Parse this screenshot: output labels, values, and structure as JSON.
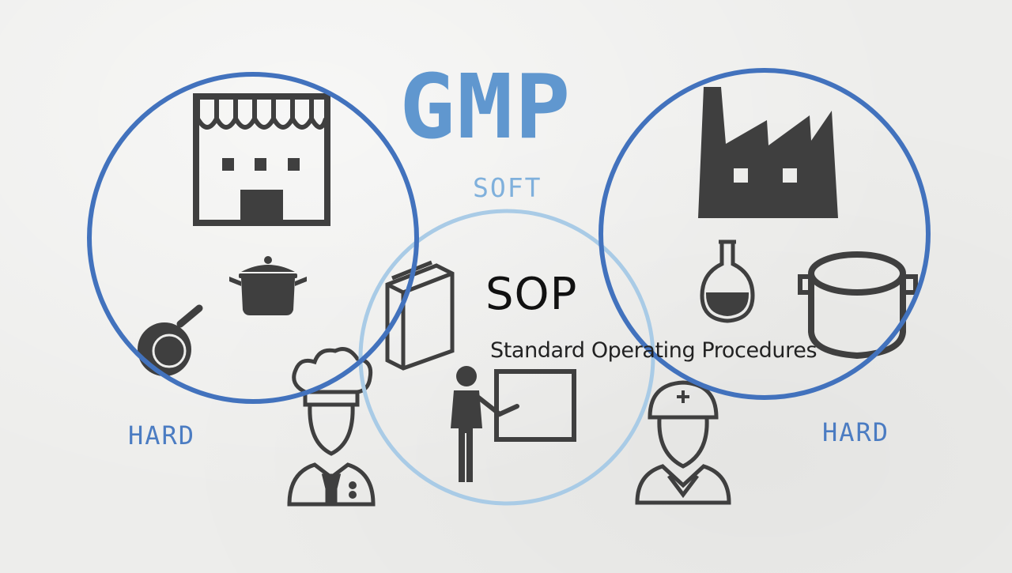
{
  "title": "GMP",
  "soft_label": "SOFT",
  "hard_left_label": "HARD",
  "hard_right_label": "HARD",
  "sop_label": "SOP",
  "sop_full": "Standard Operating Procedures",
  "colors": {
    "title": "#6097cf",
    "hard_circle": "#4272bd",
    "soft_circle": "#a9cbe6",
    "icon": "#3f3f3f",
    "background": "#ededeb"
  },
  "icons": {
    "left_group": [
      "store-icon",
      "cooking-pot-icon",
      "frying-pan-icon",
      "chef-icon"
    ],
    "center_group": [
      "book-icon",
      "presenter-icon"
    ],
    "right_group": [
      "factory-icon",
      "flask-icon",
      "pressure-cooker-icon",
      "worker-icon"
    ]
  }
}
